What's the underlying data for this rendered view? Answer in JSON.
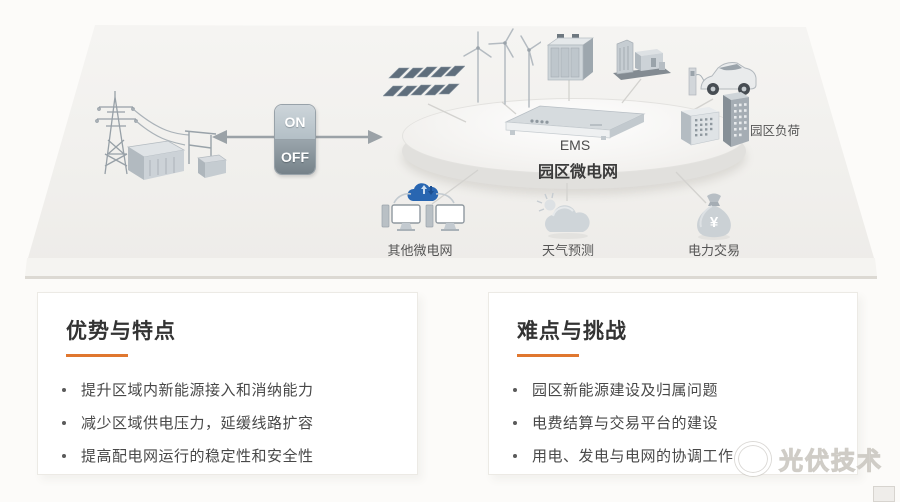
{
  "colors": {
    "accent_orange": "#e0772f",
    "cloud_blue": "#2966b1",
    "icon_gray": "#c9cdd1",
    "panel_slate": "#5f6e7c"
  },
  "diagram": {
    "switch": {
      "on_label": "ON",
      "off_label": "OFF"
    },
    "ems_label": "EMS",
    "microgrid_label": "园区微电网",
    "load_label": "园区负荷",
    "node_other_microgrid": "其他微电网",
    "node_weather": "天气预测",
    "node_trading": "电力交易",
    "icons": {
      "transmission-tower-icon": "utility grid pylon and substation",
      "grid-switch-toggle": "ON/OFF grid connection switch",
      "solar-array-icon": "photovoltaic panel array",
      "wind-turbines-icon": "three wind turbines",
      "battery-storage-icon": "battery energy storage cabinet",
      "generator-plant-icon": "generator / plant unit",
      "electric-car-icon": "EV with charging post",
      "ems-server-icon": "EMS rack server",
      "campus-buildings-icon": "campus load buildings",
      "monitors-cloud-icon": "other microgrids via cloud link",
      "weather-cloud-icon": "weather forecast cloud and sun",
      "money-bag-icon": "power trading money bag"
    }
  },
  "panels": {
    "advantages": {
      "title": "优势与特点",
      "bullets": [
        "提升区域内新能源接入和消纳能力",
        "减少区域供电压力，延缓线路扩容",
        "提高配电网运行的稳定性和安全性"
      ]
    },
    "challenges": {
      "title": "难点与挑战",
      "bullets": [
        "园区新能源建设及归属问题",
        "电费结算与交易平台的建设",
        "用电、发电与电网的协调工作"
      ]
    }
  },
  "watermark": {
    "text": "光伏技术"
  }
}
